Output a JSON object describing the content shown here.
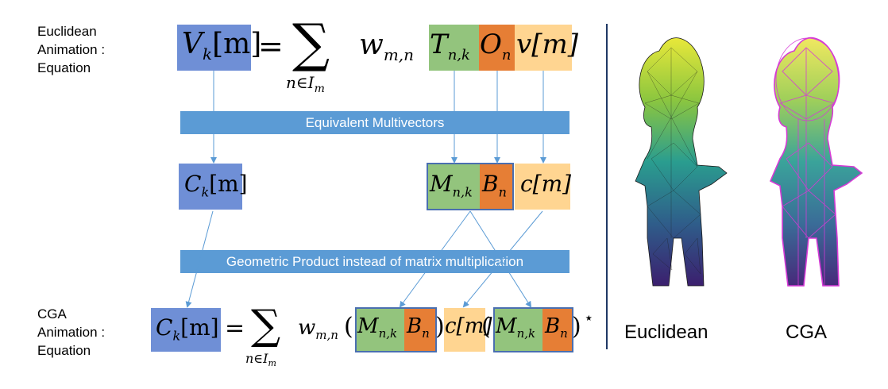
{
  "colors": {
    "blue_box": "#6f8fd6",
    "green_box": "#93c47d",
    "orange_box": "#e67e35",
    "yellow_box": "#ffd591",
    "banner": "#5b9bd5",
    "arrow": "#5b9bd5",
    "divider": "#1f3864"
  },
  "labels": {
    "euclidean_title": "Euclidean\nAnimation :\nEquation",
    "cga_title": "CGA\nAnimation :\nEquation",
    "banner_equivalent": "Equivalent  Multivectors",
    "banner_geometric": "Geometric Product instead of matrix multiplication",
    "caption_euclidean": "Euclidean",
    "caption_cga": "CGA"
  },
  "equation_euclidean": {
    "lhs": "V",
    "lhs_sub": "k",
    "lhs_arg": "[m]",
    "equals": "=",
    "sum": "∑",
    "sum_sub": "n∈I",
    "sum_sub_sub": "m",
    "weight": "w",
    "weight_sub": "m,n",
    "t": "T",
    "t_sub": "n,k",
    "o": "O",
    "o_sub": "n",
    "v": "v[m]"
  },
  "middle_row": {
    "c": "C",
    "c_sub": "k",
    "c_arg": "[m]",
    "m": "M",
    "m_sub": "n,k",
    "b": "B",
    "b_sub": "n",
    "cv": "c[m]"
  },
  "equation_cga": {
    "lhs": "C",
    "lhs_sub": "k",
    "lhs_arg": "[m]",
    "equals": "=",
    "sum": "∑",
    "sum_sub": "n∈I",
    "sum_sub_sub": "m",
    "weight": "w",
    "weight_sub": "m,n",
    "open_paren": "(",
    "m": "M",
    "m_sub": "n,k",
    "b": "B",
    "b_sub": "n",
    "close_paren": ")",
    "cv": "c[m]",
    "star": "⋆"
  }
}
